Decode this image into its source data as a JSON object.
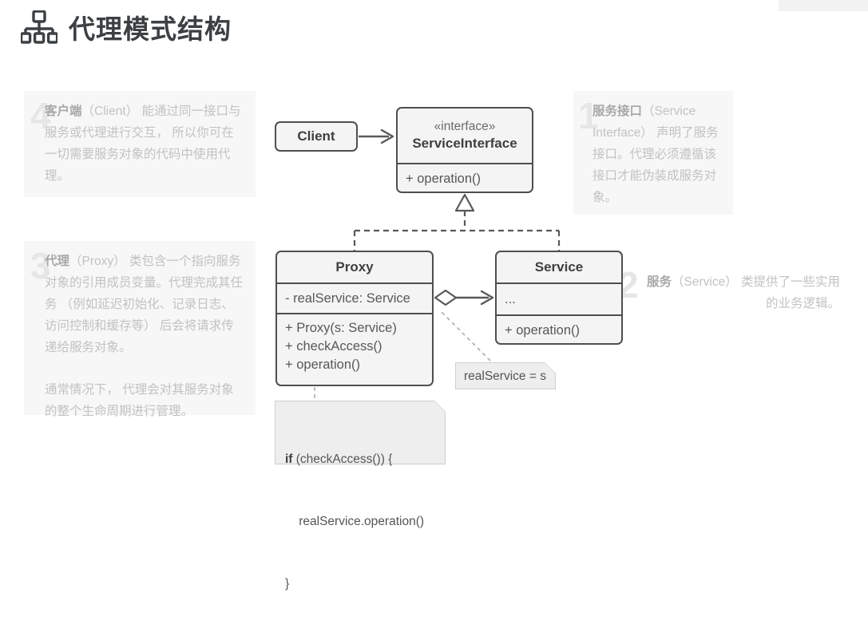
{
  "header": {
    "title": "代理模式结构",
    "icon": "sitemap-icon"
  },
  "panels": [
    {
      "id": "1",
      "number": "1",
      "term": "服务接口",
      "text": "（Service Interface） 声明了服务接口。代理必须遵循该接口才能伪装成服务对象。"
    },
    {
      "id": "2",
      "number": "2",
      "term": "服务",
      "text": "（Service） 类提供了一些实用的业务逻辑。"
    },
    {
      "id": "3",
      "number": "3",
      "term": "代理",
      "text": "（Proxy） 类包含一个指向服务对象的引用成员变量。代理完成其任务 （例如延迟初始化、记录日志、访问控制和缓存等） 后会将请求传递给服务对象。",
      "text2": "通常情况下， 代理会对其服务对象的整个生命周期进行管理。"
    },
    {
      "id": "4",
      "number": "4",
      "term": "客户端",
      "text": "（Client） 能通过同一接口与服务或代理进行交互， 所以你可在一切需要服务对象的代码中使用代理。"
    }
  ],
  "diagram": {
    "type": "uml-class-diagram",
    "classes": [
      {
        "id": "client",
        "name": "Client",
        "stereotype": "",
        "attributes": [],
        "operations": []
      },
      {
        "id": "service-interface",
        "stereotype": "«interface»",
        "name": "ServiceInterface",
        "attributes": [],
        "operations": [
          "+ operation()"
        ]
      },
      {
        "id": "proxy",
        "name": "Proxy",
        "stereotype": "",
        "attributes": [
          "- realService: Service"
        ],
        "operations": [
          "+ Proxy(s: Service)",
          "+ checkAccess()",
          "+ operation()"
        ]
      },
      {
        "id": "service",
        "name": "Service",
        "stereotype": "",
        "attributes": [
          "..."
        ],
        "operations": [
          "+ operation()"
        ]
      }
    ],
    "notes": [
      {
        "id": "realservice-note",
        "text": "realService = s"
      },
      {
        "id": "if-note",
        "line1_keyword": "if",
        "line1_rest": " (checkAccess()) {",
        "line2": "    realService.operation()",
        "line3": "}"
      }
    ],
    "relations": [
      {
        "from": "client",
        "to": "service-interface",
        "kind": "dependency-open-arrow"
      },
      {
        "from": "proxy",
        "to": "service-interface",
        "kind": "realization-dashed-hollow-triangle"
      },
      {
        "from": "service",
        "to": "service-interface",
        "kind": "realization-dashed-hollow-triangle"
      },
      {
        "from": "proxy",
        "to": "service",
        "kind": "aggregation-hollow-diamond-open-arrow"
      }
    ]
  },
  "colors": {
    "box_fill": "#f4f4f4",
    "box_border": "#4f4f4f",
    "note_fill": "#eeeeee",
    "note_border": "#cfcfcf",
    "panel_bg": "#f7f7f7",
    "panel_text": "#c2c2c2",
    "panel_number": "#e6e6e6",
    "title_text": "#3c4043"
  }
}
